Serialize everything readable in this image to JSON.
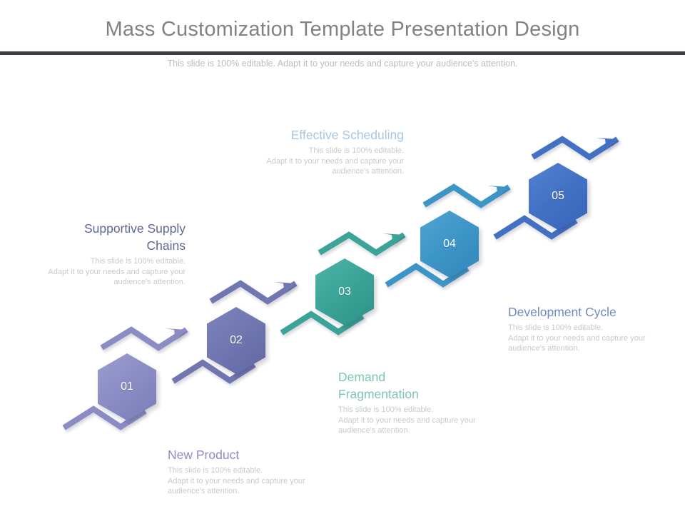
{
  "slide": {
    "title": "Mass Customization Template Presentation Design",
    "subtitle": "This slide is 100% editable. Adapt it to your needs and capture your audience's attention."
  },
  "body_text": {
    "line1": "This slide is 100% editable.",
    "line2": "Adapt it to your needs and capture your",
    "line3": "audience's attention."
  },
  "stages": [
    {
      "number": "01",
      "heading": "New Product",
      "color": "#8b8cc4",
      "color_dark": "#7375b4",
      "body_line1": "This slide is 100% editable.",
      "body_line2": "Adapt it to your needs and capture your",
      "body_line3": "audience's attention."
    },
    {
      "number": "02",
      "heading_line1": "Supportive Supply",
      "heading_line2": "Chains",
      "color": "#6f76b0",
      "color_dark": "#5a61a0",
      "body_line1": "This slide is 100% editable.",
      "body_line2": "Adapt it to your needs and capture your",
      "body_line3": "audience's attention."
    },
    {
      "number": "03",
      "heading_line1": "Demand",
      "heading_line2": "Fragmentation",
      "color": "#3aa398",
      "color_dark": "#2f8d84",
      "body_line1": "This slide is 100% editable.",
      "body_line2": "Adapt it to your needs and capture your",
      "body_line3": "audience's attention."
    },
    {
      "number": "04",
      "heading": "Effective Scheduling",
      "color": "#3d95c7",
      "color_dark": "#2f80b4",
      "body_line1": "This slide is 100% editable.",
      "body_line2": "Adapt it to your needs and capture your",
      "body_line3": "audience's attention."
    },
    {
      "number": "05",
      "heading": "Development Cycle",
      "color": "#4271c4",
      "color_dark": "#3560b0",
      "body_line1": "This slide is 100% editable.",
      "body_line2": "Adapt it to your needs and capture your",
      "body_line3": "audience's attention."
    }
  ],
  "colors": {
    "title": "#808285",
    "divider": "#3b3b41",
    "subtitle": "#b9bcc0",
    "body": "#c7cace",
    "heading_purple": "#8b8cc4",
    "heading_slate": "#5f6690",
    "heading_teal": "#7fc4b9",
    "heading_blue_light": "#a8c6e0",
    "heading_blue": "#6f8cc0"
  }
}
